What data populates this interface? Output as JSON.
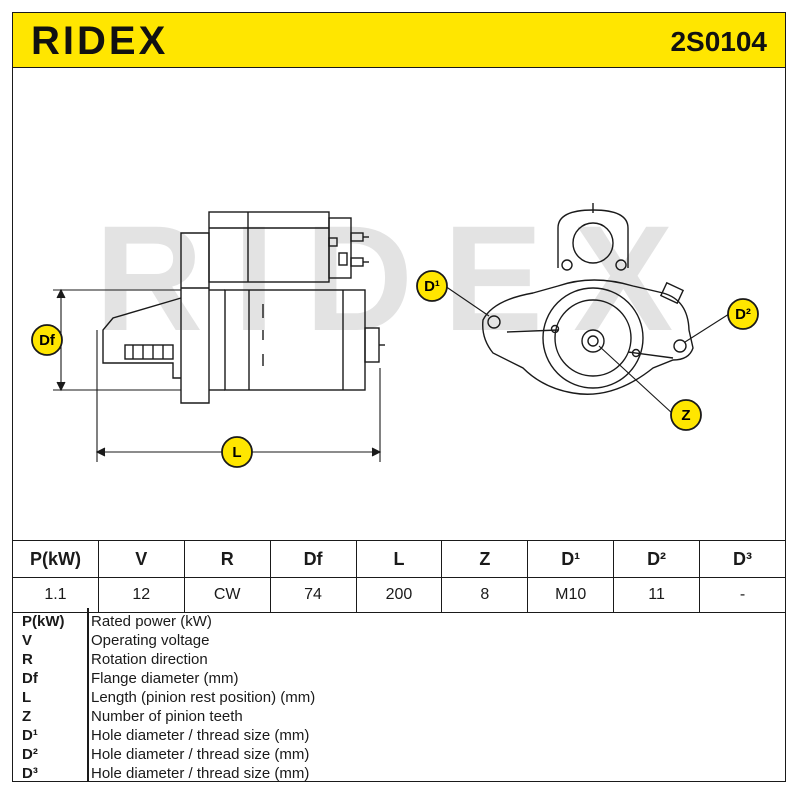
{
  "header": {
    "brand": "RIDEX",
    "part_number": "2S0104"
  },
  "drawing": {
    "watermark": "RIDEX",
    "labels": {
      "df": "Df",
      "l": "L",
      "d1": "D¹",
      "d2": "D²",
      "z": "Z"
    },
    "colors": {
      "badge_fill": "#ffe600",
      "line": "#1a1a1a",
      "watermark": "#e3e3e3"
    }
  },
  "spec_table": {
    "headers": [
      "P(kW)",
      "V",
      "R",
      "Df",
      "L",
      "Z",
      "D¹",
      "D²",
      "D³"
    ],
    "values": [
      "1.1",
      "12",
      "CW",
      "74",
      "200",
      "8",
      "M10",
      "11",
      "-"
    ]
  },
  "legend": [
    {
      "key": "P(kW)",
      "text": "Rated power (kW)"
    },
    {
      "key": "V",
      "text": "Operating voltage"
    },
    {
      "key": "R",
      "text": "Rotation direction"
    },
    {
      "key": "Df",
      "text": "Flange diameter (mm)"
    },
    {
      "key": "L",
      "text": "Length (pinion rest position) (mm)"
    },
    {
      "key": "Z",
      "text": "Number of pinion teeth"
    },
    {
      "key": "D¹",
      "text": "Hole diameter / thread size (mm)"
    },
    {
      "key": "D²",
      "text": "Hole diameter / thread size (mm)"
    },
    {
      "key": "D³",
      "text": "Hole diameter / thread size (mm)"
    }
  ]
}
